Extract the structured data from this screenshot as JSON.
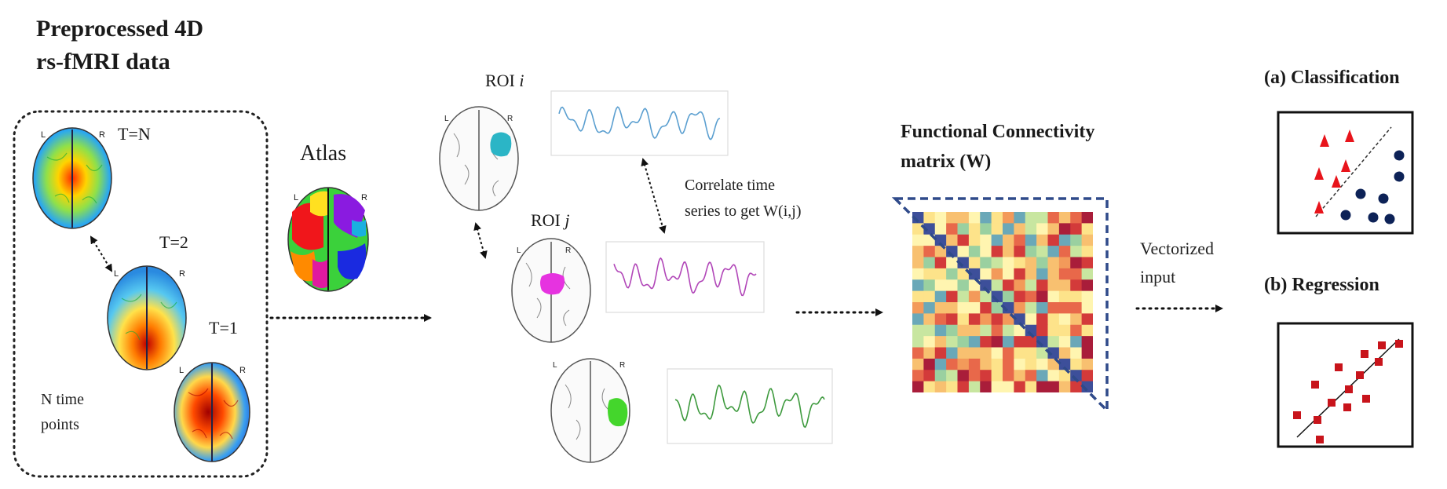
{
  "input_block": {
    "title_line1": "Preprocessed 4D",
    "title_line2": "rs-fMRI data",
    "frames": [
      {
        "time_label": "T=N",
        "left_marker": "L",
        "right_marker": "R"
      },
      {
        "time_label": "T=2",
        "left_marker": "L",
        "right_marker": "R"
      },
      {
        "time_label": "T=1",
        "left_marker": "L",
        "right_marker": "R"
      }
    ],
    "note_line1": "N time",
    "note_line2": "points"
  },
  "atlas": {
    "label": "Atlas",
    "left_marker": "L",
    "right_marker": "R"
  },
  "roi_section": {
    "roi_i_prefix": "ROI",
    "roi_i_var": "i",
    "roi_j_prefix": "ROI",
    "roi_j_var": "j",
    "correlate_line1": "Correlate time",
    "correlate_line2": "series to get W(i,j)",
    "brains": [
      {
        "left_marker": "L",
        "right_marker": "R",
        "roi_color": "#2bb5c6"
      },
      {
        "left_marker": "L",
        "right_marker": "R",
        "roi_color": "#e633e0"
      },
      {
        "left_marker": "L",
        "right_marker": "R",
        "roi_color": "#44d62c"
      }
    ],
    "signal_colors": [
      "#5b9fd0",
      "#b146b8",
      "#3e9a3e"
    ]
  },
  "matrix": {
    "title_line1": "Functional Connectivity",
    "title_line2": "matrix (W)",
    "border_color": "#2f4a8a",
    "diagonal_color": "#3d4f9a"
  },
  "vectorized": {
    "line1": "Vectorized",
    "line2": "input"
  },
  "outputs": {
    "classification_label": "(a) Classification",
    "regression_label": "(b) Regression",
    "class_a_color": "#e8141b",
    "class_b_color": "#0d2257",
    "regression_color": "#c8141b"
  }
}
